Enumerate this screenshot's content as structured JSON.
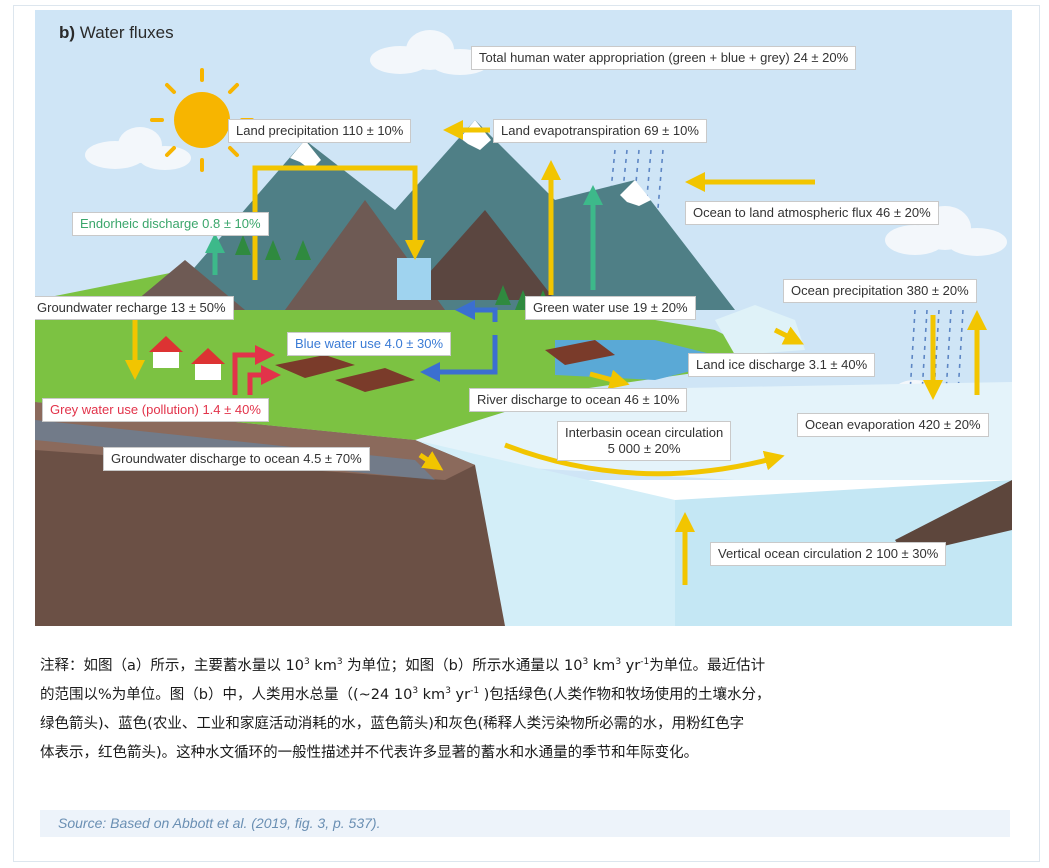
{
  "panel": {
    "letter": "b)",
    "title": "Water fluxes"
  },
  "labels": {
    "total": "Total human water appropriation (green + blue + grey)  24 ± 20%",
    "land_precip": "Land precipitation 110 ± 10%",
    "land_evap": "Land evapotranspiration 69 ± 10%",
    "ocean_to_land": "Ocean to land atmospheric flux 46 ± 20%",
    "endorheic": "Endorheic discharge 0.8 ± 10%",
    "groundwater_recharge": "Groundwater recharge 13 ± 50%",
    "green_water": "Green water use 19 ± 20%",
    "ocean_precip": "Ocean precipitation 380 ± 20%",
    "blue_water": "Blue water use 4.0 ± 30%",
    "land_ice": "Land ice discharge 3.1 ± 40%",
    "grey_water": "Grey water use (pollution) 1.4 ± 40%",
    "river": "River discharge to ocean 46 ± 10%",
    "ocean_evap": "Ocean evaporation 420 ± 20%",
    "interbasin_1": "Interbasin ocean circulation",
    "interbasin_2": "5 000 ± 20%",
    "gw_discharge": "Groundwater discharge to ocean 4.5 ± 70%",
    "vertical": "Vertical ocean circulation 2 100 ± 30%"
  },
  "note": {
    "line1_a": "注释：如图（a）所示，主要蓄水量以 10",
    "line1_b": "3",
    "line1_c": " km",
    "line1_d": "3",
    "line1_e": "   为单位；如图（b）所示水通量以 10",
    "line1_f": "3",
    "line1_g": "  km",
    "line1_h": "3",
    "line1_i": " yr",
    "line1_j": "-1",
    "line1_k": "为单位。最近估计",
    "line2_a": "的范围以%为单位。图（b）中，人类用水总量（(~24 10",
    "line2_b": "3",
    "line2_c": "   km",
    "line2_d": "3",
    "line2_e": " yr",
    "line2_f": "-1",
    "line2_g": " )包括绿色(人类作物和牧场使用的土壤水分，",
    "line3": "绿色箭头)、蓝色(农业、工业和家庭活动消耗的水，蓝色箭头)和灰色(稀释人类污染物所必需的水，用粉红色字",
    "line4": "体表示，红色箭头)。这种水文循环的一般性描述并不代表许多显著的蓄水和水通量的季节和年际变化。"
  },
  "source": "Source: Based on Abbott et al. (2019, fig. 3, p. 537).",
  "colors": {
    "sky": "#cfe5f6",
    "ocean": "#d9eff9",
    "land_green": "#7cc242",
    "soil": "#6b5045",
    "arrow_yellow": "#f2c500",
    "arrow_green": "#3db98a",
    "arrow_blue": "#3b6fd0",
    "arrow_red": "#e2334a"
  }
}
